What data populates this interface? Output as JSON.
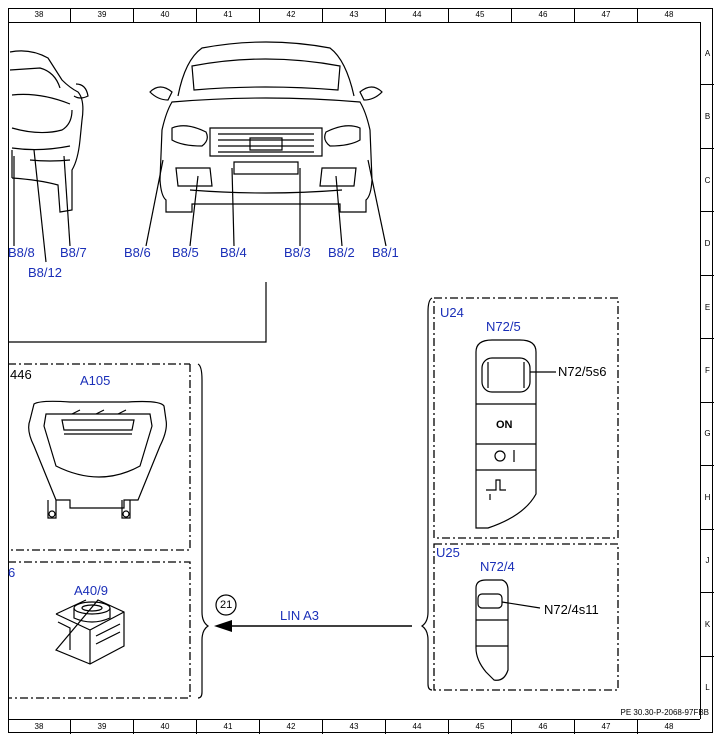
{
  "grid": {
    "columns": [
      "38",
      "39",
      "40",
      "41",
      "42",
      "43",
      "44",
      "45",
      "46",
      "47",
      "48"
    ],
    "rows": [
      "A",
      "B",
      "C",
      "D",
      "E",
      "F",
      "G",
      "H",
      "J",
      "K",
      "L"
    ]
  },
  "labels": {
    "b8_8": "B8/8",
    "b8_12": "B8/12",
    "b8_7": "B8/7",
    "b8_6": "B8/6",
    "b8_5": "B8/5",
    "b8_4": "B8/4",
    "b8_3": "B8/3",
    "b8_2": "B8/2",
    "b8_1": "B8/1",
    "u24": "U24",
    "n72_5": "N72/5",
    "n72_5s6": "N72/5s6",
    "on": "ON",
    "u25": "U25",
    "n72_4": "N72/4",
    "n72_4s11": "N72/4s11",
    "code_446": "446",
    "a105": "A105",
    "a40_9": "A40/9",
    "partial_6": "6",
    "circle_21": "21",
    "lin_a3": "LIN A3"
  },
  "reference": "PE 30.30-P-2068-97FBB"
}
